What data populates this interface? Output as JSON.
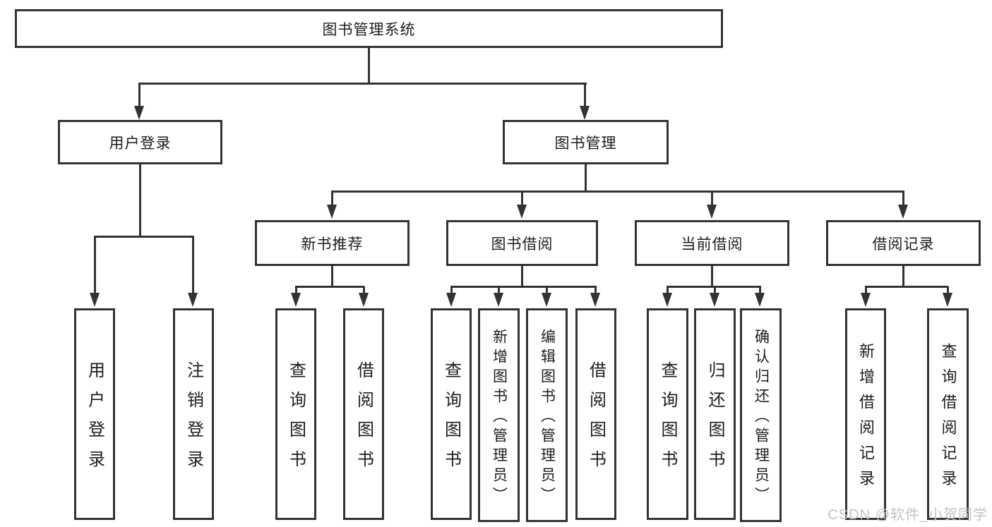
{
  "tree": {
    "label": "图书管理系统",
    "children": [
      {
        "label": "用户登录",
        "children": [
          {
            "label": "用户登录"
          },
          {
            "label": "注销登录"
          }
        ]
      },
      {
        "label": "图书管理",
        "children": [
          {
            "label": "新书推荐",
            "children": [
              {
                "label": "查询图书"
              },
              {
                "label": "借阅图书"
              }
            ]
          },
          {
            "label": "图书借阅",
            "children": [
              {
                "label": "查询图书"
              },
              {
                "label": "新增图书（管理员）"
              },
              {
                "label": "编辑图书（管理员）"
              },
              {
                "label": "借阅图书"
              }
            ]
          },
          {
            "label": "当前借阅",
            "children": [
              {
                "label": "查询图书"
              },
              {
                "label": "归还图书"
              },
              {
                "label": "确认归还（管理员）"
              }
            ]
          },
          {
            "label": "借阅记录",
            "children": [
              {
                "label": "新增借阅记录"
              },
              {
                "label": "查询借阅记录"
              }
            ]
          }
        ]
      }
    ]
  },
  "watermark": "CSDN @软件_小贺同学",
  "colors": {
    "line": "#333333",
    "text": "#1d1d1d",
    "watermark": "#c2c2c2",
    "background": "#ffffff"
  }
}
